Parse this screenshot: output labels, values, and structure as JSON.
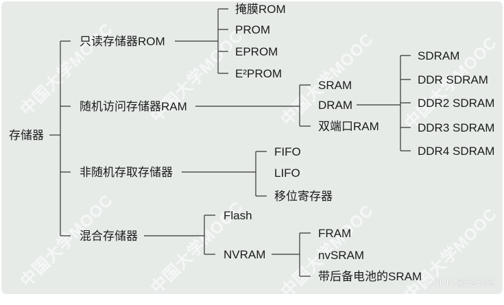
{
  "root": "存储器",
  "categories": {
    "rom": "只读存储器ROM",
    "ram": "随机访问存储器RAM",
    "nonrandom": "非随机存取存储器",
    "hybrid": "混合存储器"
  },
  "rom_items": [
    "掩膜ROM",
    "PROM",
    "EPROM",
    "E²PROM"
  ],
  "ram_items": [
    "SRAM",
    "DRAM",
    "双端口RAM"
  ],
  "dram_items": [
    "SDRAM",
    "DDR SDRAM",
    "DDR2 SDRAM",
    "DDR3 SDRAM",
    "DDR4 SDRAM"
  ],
  "nonrandom_items": [
    "FIFO",
    "LIFO",
    "移位寄存器"
  ],
  "hybrid_items": [
    "Flash",
    "NVRAM"
  ],
  "nvram_items": [
    "FRAM",
    "nvSRAM",
    "带后备电池的SRAM"
  ],
  "watermark": "中国大学MOOC",
  "credit": "CSDN @宛宛宛",
  "colors": {
    "background": "#e6ebe8",
    "line": "#333333",
    "text": "#1a1a1a"
  }
}
